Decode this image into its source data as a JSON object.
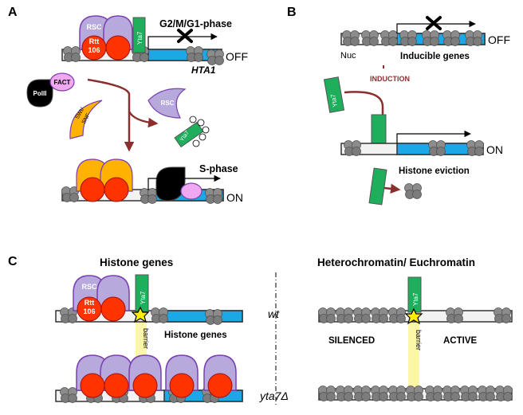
{
  "panels": {
    "a": {
      "letter": "A",
      "phase_top": "G2/M/G1-phase",
      "state_off": "OFF",
      "gene_name": "HTA1",
      "rsc": "RSC",
      "rtt_1": "Rtt",
      "rtt_2": "106",
      "yta7": "Yta7",
      "poli": "PolII",
      "fact": "FACT",
      "swi_1": "SWI/",
      "swi_2": "SNF",
      "rsc_free": "RSC",
      "yta7_free": "Yta7",
      "phase_bottom": "S-phase",
      "state_on": "ON"
    },
    "b": {
      "letter": "B",
      "state_off": "OFF",
      "nuc": "Nuc",
      "inducible": "Inducible genes",
      "induction": "INDUCTION",
      "yta7": "Yta7",
      "state_on": "ON",
      "eviction": "Histone eviction"
    },
    "c": {
      "letter": "C",
      "left_title": "Histone genes",
      "right_title": "Heterochromatin/ Euchromatin",
      "rsc": "RSC",
      "rtt_1": "Rtt",
      "rtt_2": "106",
      "yta7": "Yta7",
      "barrier": "barrier",
      "histone_genes": "Histone genes",
      "wt": "wt",
      "silenced": "SILENCED",
      "active": "ACTIVE",
      "yta7_right": "Yta7",
      "barrier_right": "barrier",
      "mutant": "yta7Δ"
    }
  },
  "colors": {
    "green": "#1fae5b",
    "blue": "#1aa9e6",
    "purple": "#b7a9dc",
    "purple_edge": "#7b3fb0",
    "red": "#ff3300",
    "orange": "#ffb300",
    "arrow": "#8b2e2e",
    "nucleosome": "#8c8c8c",
    "pink": "#f0a8f0",
    "barrier": "#fbf7a6"
  }
}
